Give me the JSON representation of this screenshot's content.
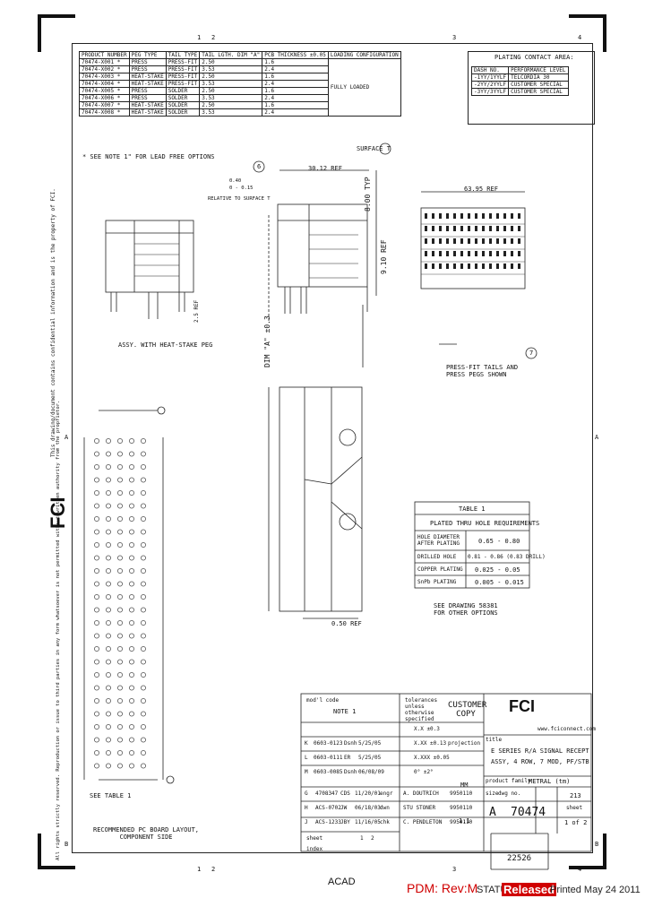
{
  "zone_numbers": {
    "top": [
      "1",
      "2",
      "3",
      "4"
    ],
    "bottom": [
      "1",
      "2",
      "3",
      "4"
    ],
    "left_letters": [
      "A",
      "B"
    ],
    "right_letters": [
      "A",
      "B"
    ]
  },
  "product_table": {
    "headers": [
      "PRODUCT NUMBER",
      "PEG TYPE",
      "TAIL TYPE",
      "TAIL LGTH. DIM \"A\"",
      "PCB THICKNESS ±0.05",
      "LOADING CONFIGURATION"
    ],
    "rows": [
      [
        "70474-X001 *",
        "PRESS",
        "PRESS-FIT",
        "2.50",
        "1.6"
      ],
      [
        "70474-X002 *",
        "PRESS",
        "PRESS-FIT",
        "3.53",
        "2.4"
      ],
      [
        "70474-X003 *",
        "HEAT-STAKE",
        "PRESS-FIT",
        "2.50",
        "1.6"
      ],
      [
        "70474-X004 *",
        "HEAT-STAKE",
        "PRESS-FIT",
        "3.53",
        "2.4"
      ],
      [
        "70474-X005 *",
        "PRESS",
        "SOLDER",
        "2.50",
        "1.6"
      ],
      [
        "70474-X006 *",
        "PRESS",
        "SOLDER",
        "3.53",
        "2.4"
      ],
      [
        "70474-X007 *",
        "HEAT-STAKE",
        "SOLDER",
        "2.50",
        "1.6"
      ],
      [
        "70474-X008 *",
        "HEAT-STAKE",
        "SOLDER",
        "3.53",
        "2.4"
      ]
    ],
    "loading": "FULLY LOADED",
    "note": "* SEE NOTE 1\" FOR LEAD FREE OPTIONS"
  },
  "plating_table": {
    "title": "PLATING CONTACT AREA:",
    "headers": [
      "DASH NO.",
      "PERFORMANCE LEVEL"
    ],
    "rows": [
      [
        "-1YY/1YYLF",
        "TELCORDIA 30"
      ],
      [
        "-2YY/2YYLF",
        "CUSTOMER SPECIAL"
      ],
      [
        "-3YY/3YYLF",
        "CUSTOMER SPECIAL"
      ]
    ]
  },
  "labels": {
    "assy_heat": "ASSY. WITH HEAT-STAKE PEG",
    "press_fit": "PRESS-FIT TAILS AND\nPRESS PEGS SHOWN",
    "surface": "SURFACE T",
    "relative": "RELATIVE TO SURFACE T",
    "dim_a": "DIM \"A\" ±0.3",
    "ref1": "30.12 REF",
    "ref2": "8.00 TYP",
    "ref3": "63.95 REF",
    "ref4": "9.10 REF",
    "ref5": "0.50 REF",
    "ref6": "2.5 REF",
    "see_table": "SEE TABLE 1",
    "recommended": "RECOMMENDED PC BOARD LAYOUT,\nCOMPONENT SIDE",
    "see_drawing": "SEE DRAWING 58381\nFOR OTHER OPTIONS",
    "tol": "0.40\n0 - 0.15",
    "circle_a": "6",
    "circle_b": "7"
  },
  "table1": {
    "title": "TABLE 1",
    "subtitle": "PLATED THRU HOLE REQUIREMENTS",
    "rows": [
      [
        "HOLE DIAMETER AFTER PLATING",
        "0.65 - 0.80"
      ],
      [
        "DRILLED HOLE",
        "0.81 - 0.86 (0.83 DRILL)"
      ],
      [
        "COPPER PLATING",
        "0.025 - 0.05"
      ],
      [
        "SnPb PLATING",
        "0.005 - 0.015"
      ]
    ]
  },
  "title_block": {
    "mod_code": "mod'l code",
    "note": "NOTE 1",
    "tolerances": "tolerances unless otherwise specified",
    "customer": "CUSTOMER COPY",
    "website": "www.fciconnect.com",
    "title_label": "title",
    "title": "E SERIES R/A SIGNAL RECEPT ASSY, 4 ROW, 7 MOD, PF/STB",
    "product_family_label": "product family",
    "product_family": "METRAL (tm)",
    "size_label": "size",
    "dwg_label": "dwg no.",
    "size": "A",
    "dwg": "70474",
    "sheet_label": "sheet",
    "sheet": "1 of 2",
    "rev": "213",
    "scale": "1:1",
    "units": "MM",
    "projection": "projection",
    "revs": [
      [
        "K",
        "0603-0123",
        "Dsnh",
        "5/25/05"
      ],
      [
        "L",
        "0603-0111",
        "ER",
        "5/25/05"
      ],
      [
        "M",
        "0603-0085",
        "Dsnh",
        "06/08/09"
      ]
    ],
    "approvals": [
      [
        "G",
        "4708347",
        "CDS",
        "11/20/01",
        "engr",
        "A. DOUTRICH",
        "9950110"
      ],
      [
        "H",
        "ACS-0702",
        "JW",
        "06/18/03",
        "dwn",
        "STU STONER",
        "9950110"
      ],
      [
        "J",
        "ACS-1233",
        "JBY",
        "11/16/05",
        "chk",
        "C. PENDLETON",
        "9950110"
      ]
    ],
    "dims": [
      "X.X ±0.3",
      "X.XX ±0.13",
      "X.XXX ±0.05",
      "0° ±2°"
    ],
    "sheet_index": [
      "sheet",
      "1",
      "2"
    ],
    "index_label": "index"
  },
  "footer": {
    "acad": "ACAD",
    "pdm": "PDM: Rev:M",
    "status_label": "STATUS:",
    "status": "Released",
    "printed": "Printed May 24 2011",
    "doc_no": "22526"
  },
  "side_text": {
    "left1": "This drawing/document contains confidential information and is the property of FCI.",
    "left2": "All rights strictly reserved. Reproduction or issue to third parties in any form whatsoever is not permitted without written authority from the proprietor."
  }
}
